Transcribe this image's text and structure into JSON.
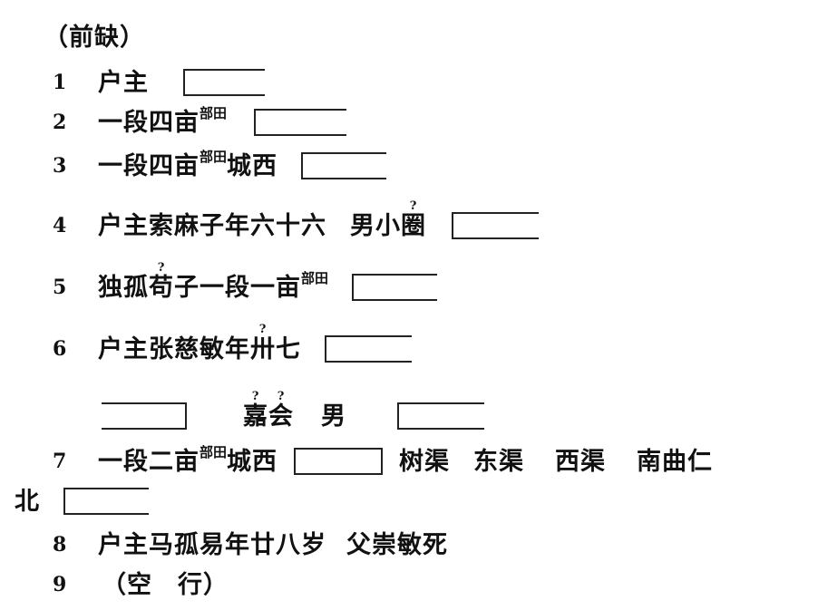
{
  "header": "（前缺）",
  "lines": [
    {
      "n": "1",
      "t": "户主"
    },
    {
      "n": "2",
      "t": "一段四亩",
      "sup": "部田"
    },
    {
      "n": "3",
      "t": "一段四亩",
      "sup": "部田",
      "t2": "城西"
    },
    {
      "n": "4",
      "t": "户主索麻子年六十六",
      "t2": "男小",
      "q": "圈",
      "qm": "?"
    },
    {
      "n": "5",
      "t": "独孤",
      "q": "苟",
      "qm": "?",
      "t2": "子一段一亩",
      "sup": "部田"
    },
    {
      "n": "6",
      "t": "户主张慈敏年",
      "q": "卅",
      "qm": "?",
      "t2": "七"
    },
    {
      "q1": "嘉",
      "q2": "会",
      "qm": "?",
      "t": "男"
    },
    {
      "n": "7",
      "t": "一段二亩",
      "sup": "部田",
      "t2": "城西",
      "b1": "树渠",
      "b2": "东渠",
      "b3": "西渠",
      "b4": "南曲仁"
    },
    {
      "t": "北"
    },
    {
      "n": "8",
      "t": "户主马孤易年廿八岁",
      "t2": "父崇敏死"
    },
    {
      "n": "9",
      "t": "（空　行）"
    }
  ]
}
